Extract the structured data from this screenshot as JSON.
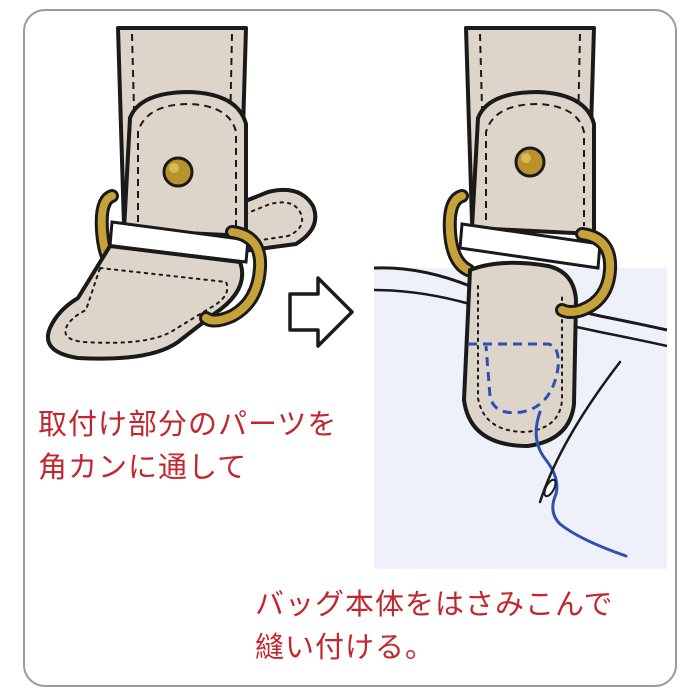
{
  "captions": {
    "step_one": {
      "line1": "取付け部分のパーツを",
      "line2": "角カンに通して"
    },
    "step_two": {
      "line1": "バッグ本体をはさみこんで",
      "line2": "縫い付ける。"
    }
  },
  "colors": {
    "frame": "#9a9a9a",
    "strap": "#ddd5ca",
    "outline": "#1a1a1a",
    "ring": "#c7a13a",
    "rivet": "#b8922a",
    "bag_panel": "#eef0fa",
    "thread": "#2f4fb5",
    "caption": "#c1272d"
  }
}
